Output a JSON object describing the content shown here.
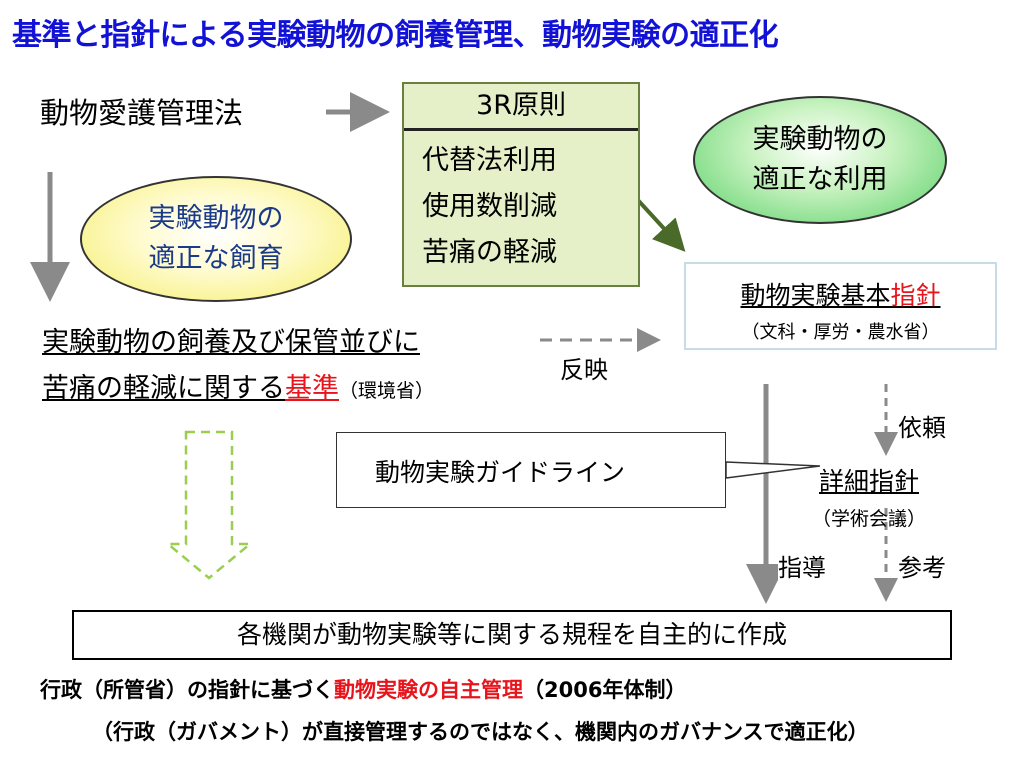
{
  "title": "基準と指針による実験動物の飼養管理、動物実験の適正化",
  "law": "動物愛護管理法",
  "three_r": {
    "header": "3R原則",
    "items": [
      "代替法利用",
      "使用数削減",
      "苦痛の軽減"
    ]
  },
  "ellipse_left": {
    "line1": "実験動物の",
    "line2": "適正な飼育"
  },
  "ellipse_right": {
    "line1": "実験動物の",
    "line2": "適正な利用"
  },
  "guideline_basic": {
    "main": "動物実験基本",
    "main_red": "指針",
    "ministry": "（文科・厚労・農水省）"
  },
  "standard": {
    "line1": "実験動物の飼養及び保管並びに",
    "line2": "苦痛の軽減に関する",
    "line2_red": "基準",
    "ministry": "（環境省）"
  },
  "labels": {
    "reflect": "反映",
    "request": "依頼",
    "guidance": "指導",
    "reference": "参考"
  },
  "animal_experiment_guideline": "動物実験ガイドライン",
  "detailed_guideline": {
    "main": "詳細指針",
    "council": "（学術会議）"
  },
  "bottom_box": "各機関が動物実験等に関する規程を自主的に作成",
  "footer": {
    "line1_pre": "行政（所管省）の指針に基づく",
    "line1_red": "動物実験の自主管理",
    "line1_post": "（2006年体制）",
    "line2": "（行政（ガバメント）が直接管理するのではなく、機関内のガバナンスで適正化）"
  }
}
